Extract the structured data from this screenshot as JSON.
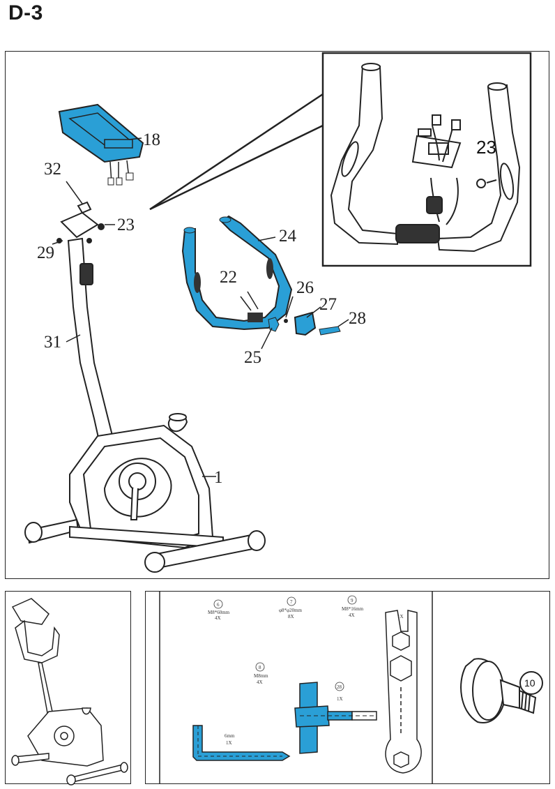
{
  "step": {
    "title": "D-3"
  },
  "callouts": {
    "c18": "18",
    "c32": "32",
    "c23": "23",
    "c29": "29",
    "c31": "31",
    "c1": "1",
    "c24": "24",
    "c22": "22",
    "c26": "26",
    "c27": "27",
    "c28": "28",
    "c25": "25",
    "inset23": "23"
  },
  "hardware": {
    "h6": {
      "num": "6",
      "size": "M8*60mm",
      "qty": "4X"
    },
    "h7": {
      "num": "7",
      "size": "φ8*φ20mm",
      "qty": "8X"
    },
    "h9": {
      "num": "9",
      "size": "M8*16mm",
      "qty": "4X"
    },
    "h8": {
      "num": "8",
      "size": "M8mm",
      "qty": "4X"
    },
    "h28": {
      "num": "28",
      "qty": "1X"
    },
    "allen": {
      "size": "6mm",
      "qty": "1X"
    },
    "wrench": {
      "qty": "1X"
    },
    "knob": {
      "num": "10"
    }
  },
  "colors": {
    "highlight": "#2a9fd6",
    "line": "#222222"
  },
  "icons": [
    "console",
    "handlebar",
    "seat-post",
    "bike-frame",
    "allen-key",
    "t-handle",
    "combo-wrench",
    "adjust-knob"
  ]
}
